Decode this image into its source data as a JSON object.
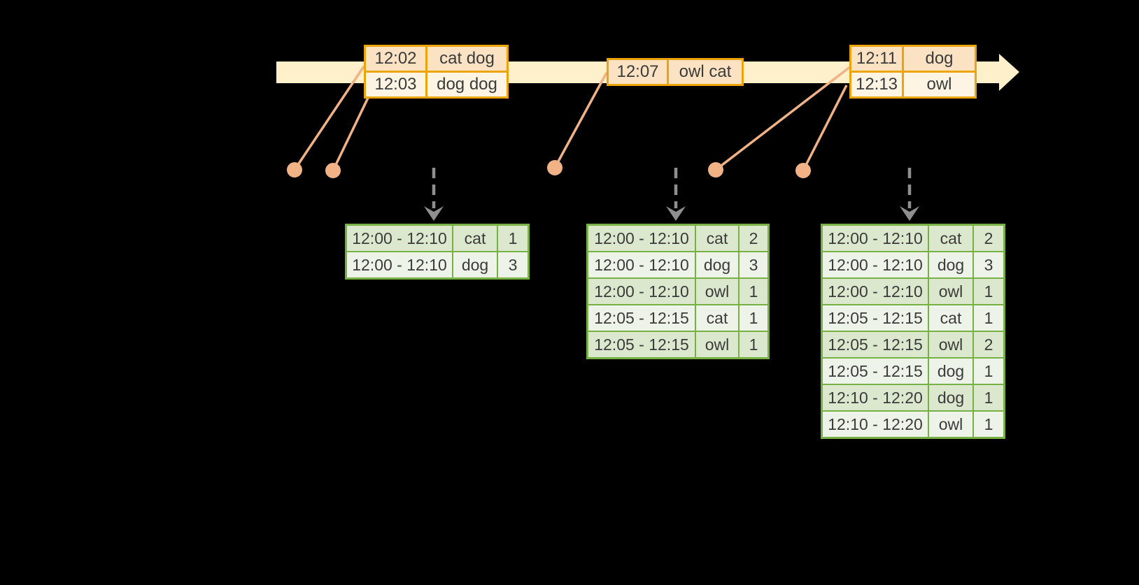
{
  "diagram": {
    "kind": "streaming-windowed-aggregation-timeline",
    "background": "#000000"
  },
  "colors": {
    "timeline_bar": "#FDF0CB",
    "event_table_border": "#ECA40B",
    "event_row_peach": "#FBE2C3",
    "event_row_cream": "#FDF4E3",
    "result_table_border": "#77B043",
    "result_row_dark": "#DBE8CE",
    "result_row_light": "#EEF3E9",
    "event_marker": "#F1B286",
    "trigger_arrow": "#8F8F8F",
    "text": "#3B3B3B"
  },
  "event_tables": [
    {
      "rows": [
        [
          "12:02",
          "cat dog"
        ],
        [
          "12:03",
          "dog dog"
        ]
      ]
    },
    {
      "rows": [
        [
          "12:07",
          "owl cat"
        ]
      ]
    },
    {
      "rows": [
        [
          "12:11",
          "dog"
        ],
        [
          "12:13",
          "owl"
        ]
      ]
    }
  ],
  "result_tables": [
    {
      "rows": [
        [
          "12:00 - 12:10",
          "cat",
          "1"
        ],
        [
          "12:00 - 12:10",
          "dog",
          "3"
        ]
      ]
    },
    {
      "rows": [
        [
          "12:00 - 12:10",
          "cat",
          "2"
        ],
        [
          "12:00 - 12:10",
          "dog",
          "3"
        ],
        [
          "12:00 - 12:10",
          "owl",
          "1"
        ],
        [
          "12:05 - 12:15",
          "cat",
          "1"
        ],
        [
          "12:05 - 12:15",
          "owl",
          "1"
        ]
      ]
    },
    {
      "rows": [
        [
          "12:00 - 12:10",
          "cat",
          "2"
        ],
        [
          "12:00 - 12:10",
          "dog",
          "3"
        ],
        [
          "12:00 - 12:10",
          "owl",
          "1"
        ],
        [
          "12:05 - 12:15",
          "cat",
          "1"
        ],
        [
          "12:05 - 12:15",
          "owl",
          "2"
        ],
        [
          "12:05 - 12:15",
          "dog",
          "1"
        ],
        [
          "12:10 - 12:20",
          "dog",
          "1"
        ],
        [
          "12:10 - 12:20",
          "owl",
          "1"
        ]
      ]
    }
  ]
}
